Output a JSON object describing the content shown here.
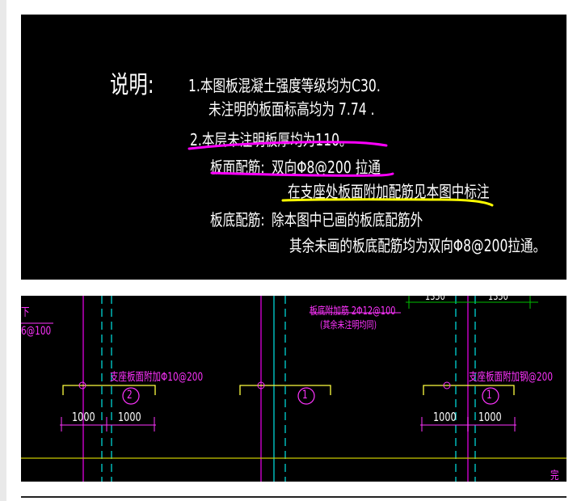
{
  "notes": {
    "heading": "说明:",
    "line1": "1.本图板混凝土强度等级均为C30.",
    "line1b": "未注明的板面标高均为 7.74 .",
    "line2": "2.本层未注明板厚均为110。",
    "top_rebar_label": "板面配筋:",
    "top_rebar_value": "双向Φ8@200 拉通",
    "support_note": "在支座处板面附加配筋见本图中标注",
    "bottom_rebar_label": "板底配筋:",
    "bottom_rebar_value": "除本图中已画的板底配筋外",
    "bottom_rebar_value2": "其余未画的板底配筋均为双向Φ8@200拉通。"
  },
  "plan": {
    "left_frag1": "下",
    "left_frag2": "6@100",
    "dim_top_a": "1350",
    "dim_top_b": "1350",
    "bottom_add_note": "板底附加筋 2Φ12@100",
    "bottom_add_sub": "(其余未注明均同)",
    "support_left": "支座板面附加Φ10@200",
    "support_right": "支座板面附加钢@200",
    "marker_left": "2",
    "marker_mid": "1",
    "marker_right": "1",
    "dim_1000": "1000",
    "corner_glyph": "完"
  },
  "colors": {
    "background": "#000000",
    "text": "#ffffff",
    "highlight_magenta": "#ff00ff",
    "highlight_yellow": "#ffff00",
    "magenta_text": "#ff33ff",
    "cyan": "#00e5e5",
    "yellow_line": "#c8c800",
    "green_line": "#00c000"
  }
}
